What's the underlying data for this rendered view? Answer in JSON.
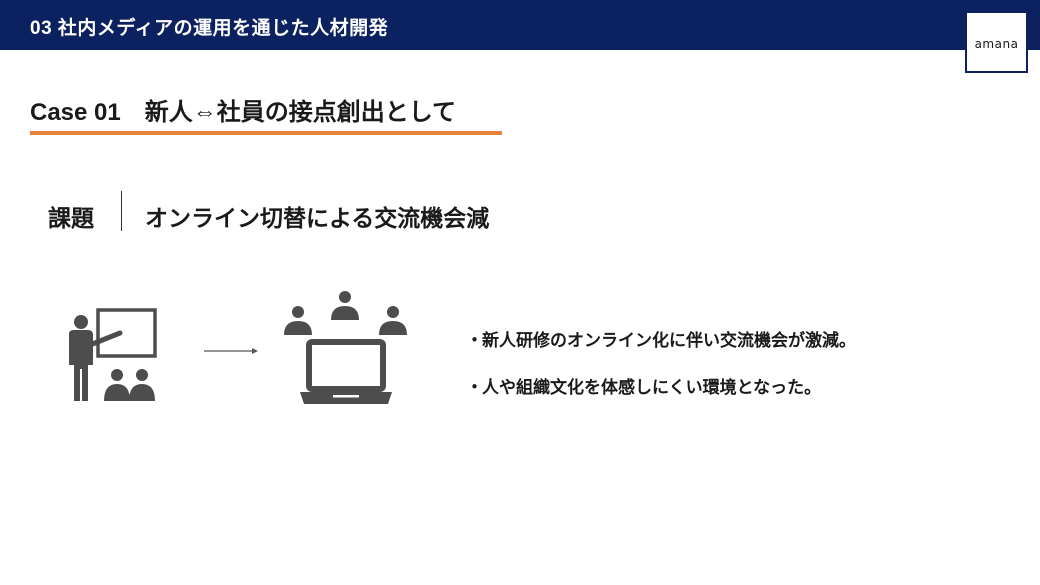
{
  "header": {
    "title": "03 社内メディアの運用を通じた人材開発"
  },
  "logo": {
    "text": "amana"
  },
  "case": {
    "title": "Case 01　新人⇔社員の接点創出として"
  },
  "issue": {
    "label": "課題",
    "text": "オンライン切替による交流機会減"
  },
  "bullets": [
    "新人研修のオンライン化に伴い交流機会が激減。",
    "人や組織文化を体感しにくい環境となった。"
  ],
  "bullet_mark": "・",
  "icons": {
    "presenter": "presenter-with-audience-icon",
    "arrow": "arrow-right-icon",
    "online": "online-meeting-laptop-icon"
  },
  "colors": {
    "header_bg": "#0b2160",
    "accent_underline": "#e8823a",
    "icon_gray": "#4d4d4d"
  }
}
